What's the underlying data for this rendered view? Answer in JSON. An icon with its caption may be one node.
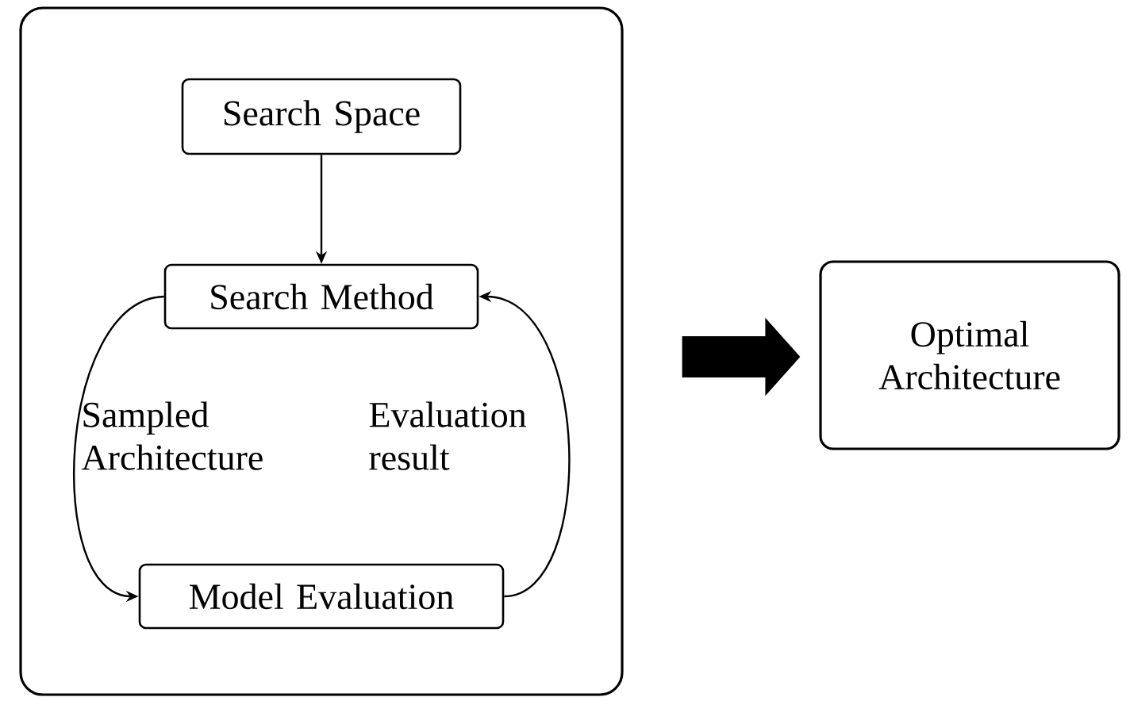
{
  "diagram": {
    "nodes": [
      {
        "text": [],
        "shape": "box"
      },
      {
        "text": [
          "Search Space"
        ],
        "in": 0
      },
      {
        "text": [
          "Search Method"
        ],
        "in": 0
      },
      {
        "text": [
          "Model Evaluation"
        ],
        "in": 0
      },
      {
        "text": [
          "Optimal Architecture"
        ]
      }
    ],
    "edges": [
      {
        "from": 1,
        "to": 2,
        "arrow": "to"
      },
      {
        "from": 2,
        "to": 3,
        "arrow": "to",
        "label": "Sampled Architecture"
      },
      {
        "from": 3,
        "to": 2,
        "arrow": "to",
        "label": "Evaluation result"
      },
      {
        "from": 0,
        "to": 4,
        "arrow": "to",
        "style": "thick"
      }
    ]
  }
}
